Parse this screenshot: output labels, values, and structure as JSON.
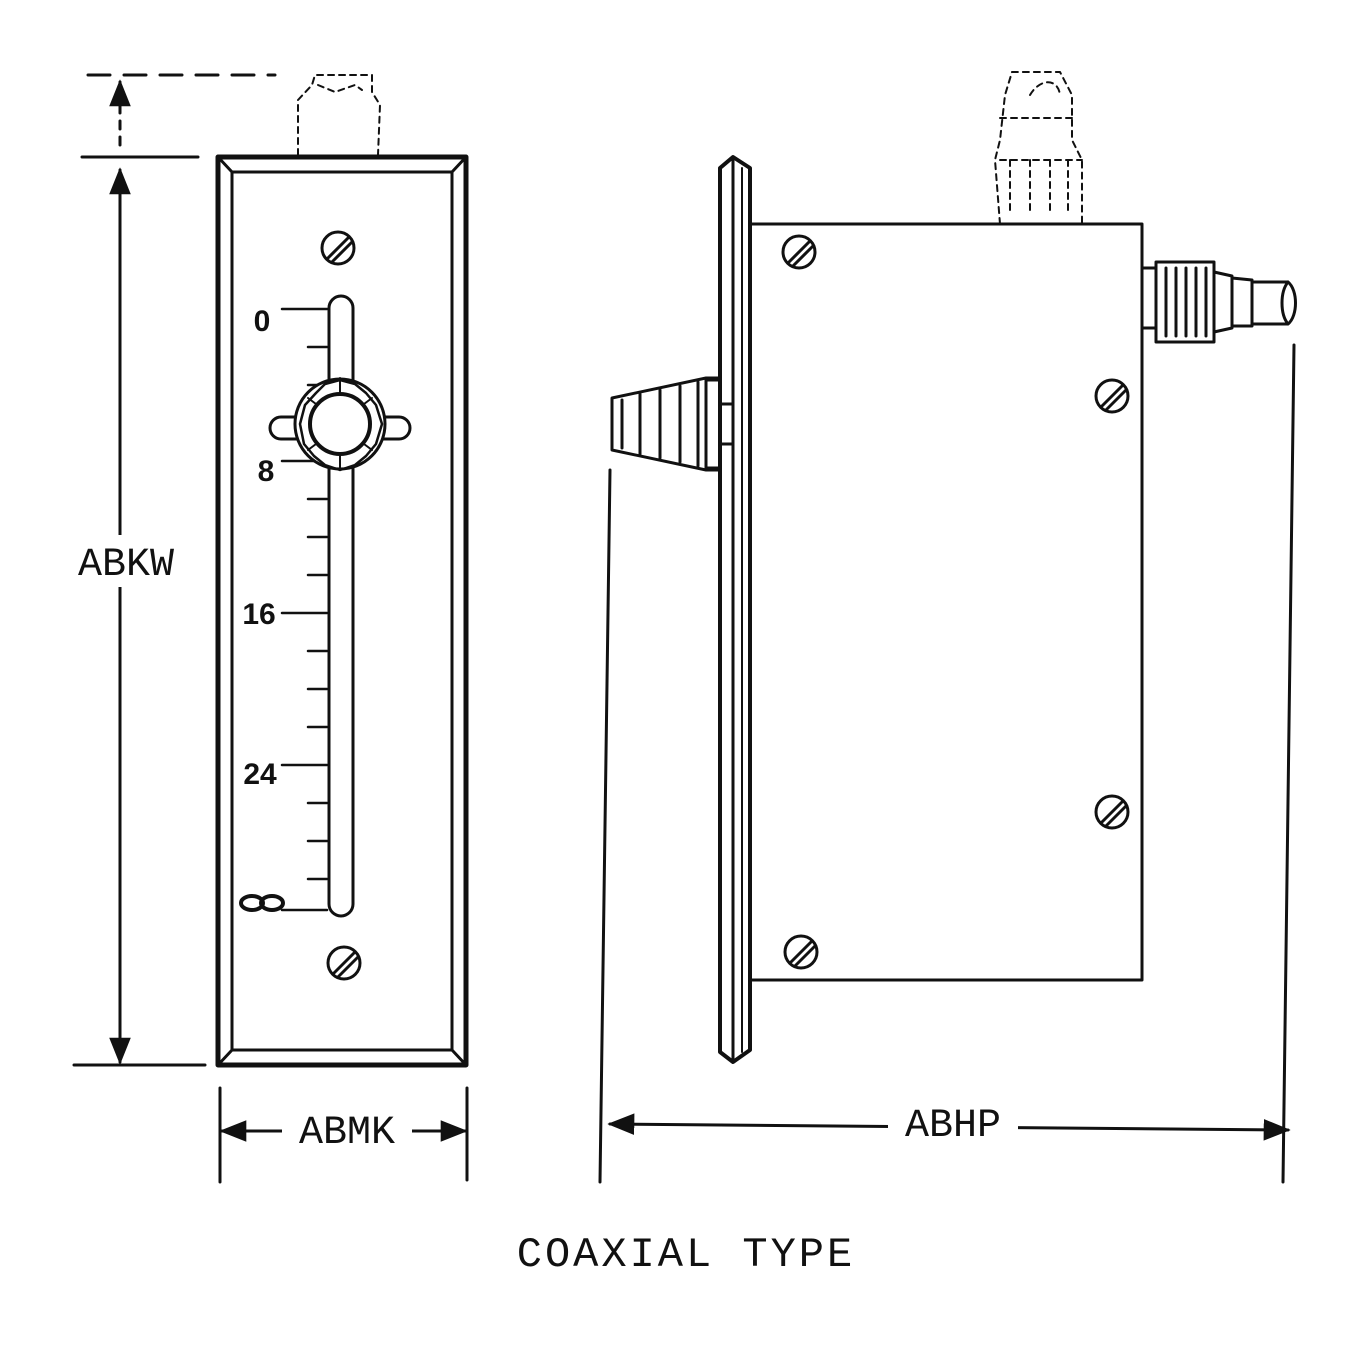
{
  "diagram": {
    "caption": "COAXIAL TYPE",
    "dimensions": {
      "height_label": "ABKW",
      "width_label": "ABMK",
      "depth_label": "ABHP"
    },
    "scale": {
      "labels": [
        "0",
        "8",
        "16",
        "24"
      ],
      "end_symbol": "∞"
    }
  }
}
